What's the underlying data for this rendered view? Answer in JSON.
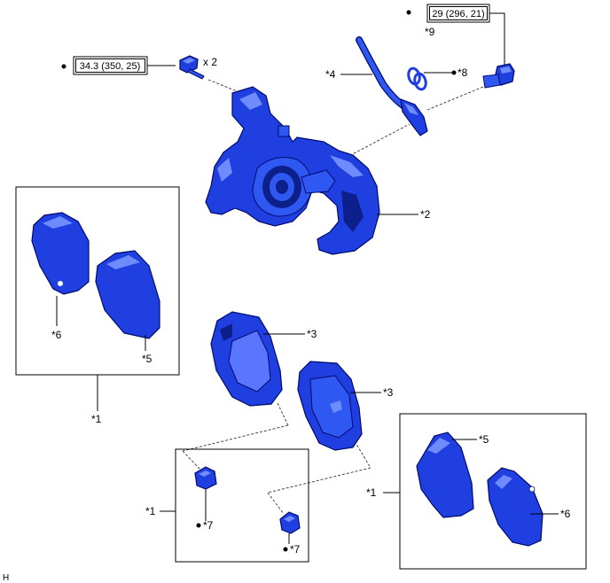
{
  "torque": {
    "upper_right": "29 (296, 21)",
    "upper_left": "34.3 (350, 25)"
  },
  "quantity": "x 2",
  "callouts": {
    "c1_top_left": "*1",
    "c1_bottom_middle": "*1",
    "c1_bottom_right": "*1",
    "c2": "*2",
    "c3_upper": "*3",
    "c3_lower": "*3",
    "c4": "*4",
    "c5_left": "*5",
    "c5_right": "*5",
    "c6_left": "*6",
    "c6_right": "*6",
    "c7_upper": "*7",
    "c7_lower": "*7",
    "c8": "*8",
    "c9": "*9"
  },
  "corner_mark": "H",
  "colors": {
    "part": "#1f3fe0",
    "highlight": "#6f8cff",
    "outline": "#000a6e"
  }
}
